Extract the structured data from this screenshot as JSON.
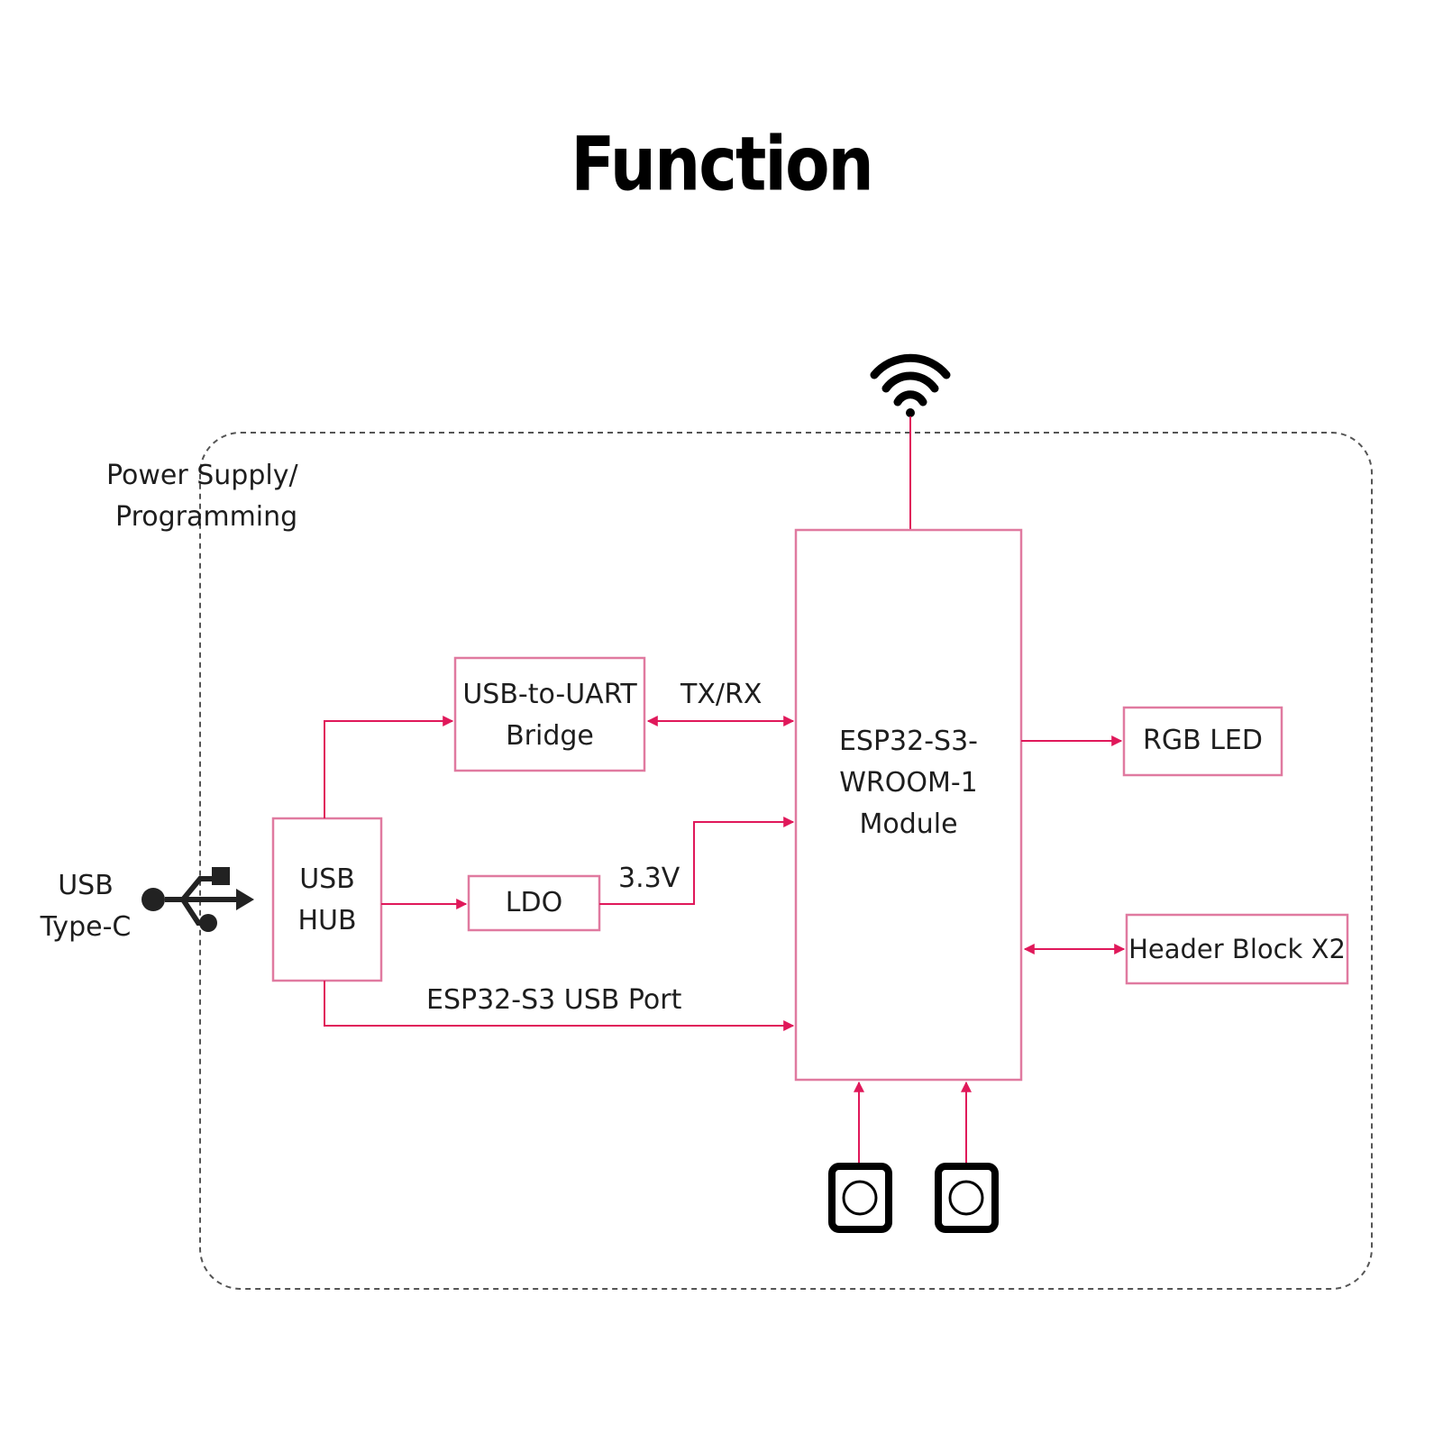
{
  "title": "Function",
  "colors": {
    "accent": "#e0185a",
    "box_border": "#e07aa0",
    "dashed_border": "#555555",
    "text": "#1e1e1e"
  },
  "section_label": {
    "line1": "Power Supply/",
    "line2": "Programming"
  },
  "usb_connector": {
    "line1": "USB",
    "line2": "Type-C",
    "icon": "usb-icon"
  },
  "blocks": {
    "usb_hub": {
      "line1": "USB",
      "line2": "HUB"
    },
    "usb_uart": {
      "line1": "USB-to-UART",
      "line2": "Bridge"
    },
    "ldo": {
      "label": "LDO"
    },
    "esp32": {
      "line1": "ESP32-S3-",
      "line2": "WROOM-1",
      "line3": "Module"
    },
    "rgb_led": {
      "label": "RGB LED"
    },
    "header_block": {
      "label": "Header Block X2"
    }
  },
  "edge_labels": {
    "txrx": "TX/RX",
    "voltage": "3.3V",
    "usb_port": "ESP32-S3 USB Port"
  },
  "icons": {
    "antenna": "wifi-icon",
    "buttons": [
      "button-icon",
      "button-icon"
    ]
  }
}
